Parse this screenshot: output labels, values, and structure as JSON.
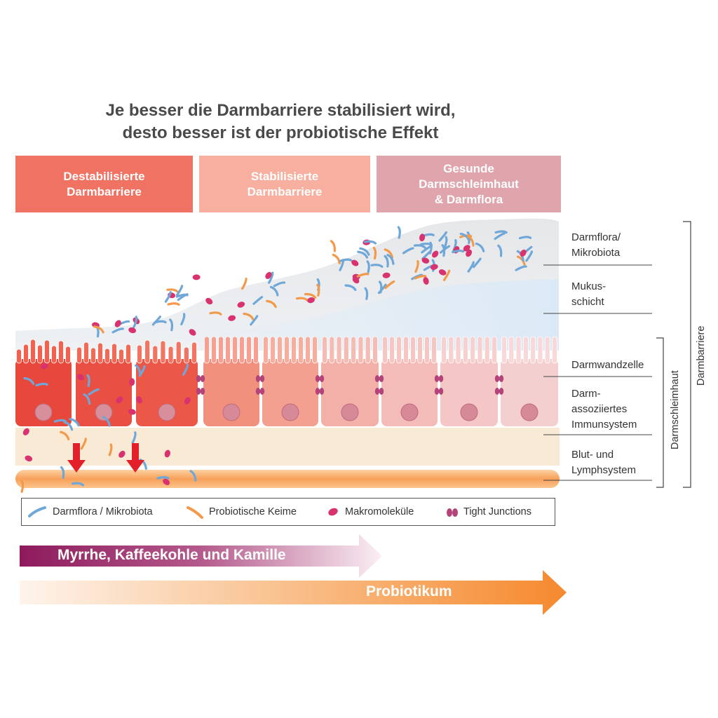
{
  "title": {
    "line1": "Je besser die Darmbarriere stabilisiert wird,",
    "line2": "desto besser ist der probiotische Effekt"
  },
  "stages": [
    {
      "line1": "Destabilisierte",
      "line2": "Darmbarriere",
      "line3": "",
      "color": "#ef7263"
    },
    {
      "line1": "Stabilisierte",
      "line2": "Darmbarriere",
      "line3": "",
      "color": "#f7b0a0"
    },
    {
      "line1": "Gesunde",
      "line2": "Darmschleimhaut",
      "line3": "& Darmflora",
      "color": "#e0a4ad"
    }
  ],
  "layers": {
    "darmflora": {
      "line1": "Darmflora/",
      "line2": "Mikrobiota"
    },
    "mukus": {
      "line1": "Mukus-",
      "line2": "schicht"
    },
    "darmwandzelle": {
      "line1": "Darmwandzelle"
    },
    "immun": {
      "line1": "Darm-",
      "line2": "assoziiertes",
      "line3": "Immunsystem"
    },
    "blut": {
      "line1": "Blut- und",
      "line2": "Lymphsystem"
    }
  },
  "brackets": {
    "darmschleimhaut": "Darmschleimhaut",
    "darmbarriere": "Darmbarriere"
  },
  "legend": [
    {
      "label": "Darmflora / Mikrobiota",
      "icon": "microbiota-icon",
      "color": "#6fa8d8"
    },
    {
      "label": "Probiotische Keime",
      "icon": "probiotic-icon",
      "color": "#f39a4a"
    },
    {
      "label": "Makromoleküle",
      "icon": "macromolecule-icon",
      "color": "#d8336e"
    },
    {
      "label": "Tight Junctions",
      "icon": "tight-junction-icon",
      "color": "#b2447a"
    }
  ],
  "arrows": {
    "myrrhe": {
      "label": "Myrrhe, Kaffeekohle und Kamille",
      "color": "#8e1a5c"
    },
    "probiotikum": {
      "label": "Probiotikum",
      "color": "#f5892e"
    }
  }
}
